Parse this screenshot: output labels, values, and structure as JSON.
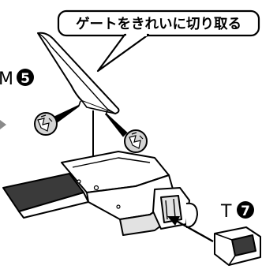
{
  "callout": {
    "text": "ゲートをきれいに切り取る"
  },
  "parts": {
    "m": {
      "letter": "M",
      "number": "5"
    },
    "t": {
      "letter": "T",
      "number": "7"
    }
  },
  "colors": {
    "line": "#000000",
    "fill": "#ffffff",
    "shade": "#e2e2e2",
    "wing_dark": "#3a3a3a",
    "badge": "#000000",
    "badge_text": "#ffffff",
    "arrow_left": "#8a8a8a"
  },
  "icons": [
    "gate-nub-icon",
    "gate-nub-icon",
    "arrow-left-icon",
    "arrow-down-icon",
    "arrow-to-part-icon"
  ]
}
